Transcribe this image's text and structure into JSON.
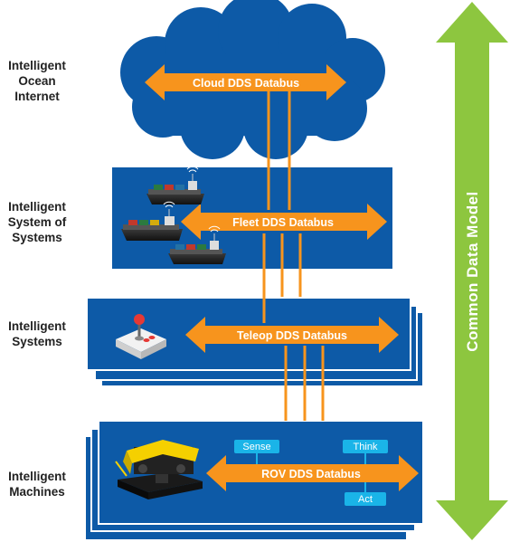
{
  "tiers": [
    {
      "label": "Intelligent\nOcean\nInternet"
    },
    {
      "label": "Intelligent\nSystem of\nSystems"
    },
    {
      "label": "Intelligent\nSystems"
    },
    {
      "label": "Intelligent\nMachines"
    }
  ],
  "buses": {
    "cloud": "Cloud DDS Databus",
    "fleet": "Fleet DDS Databus",
    "teleop": "Teleop DDS Databus",
    "rov": "ROV DDS Databus"
  },
  "rov_tags": {
    "sense": "Sense",
    "think": "Think",
    "act": "Act"
  },
  "side_arrow": {
    "label": "Common Data Model"
  },
  "colors": {
    "panel_blue": "#0d5aa7",
    "bus_orange": "#f7941d",
    "tag_cyan": "#1ab4e8",
    "side_green": "#8dc63f"
  }
}
